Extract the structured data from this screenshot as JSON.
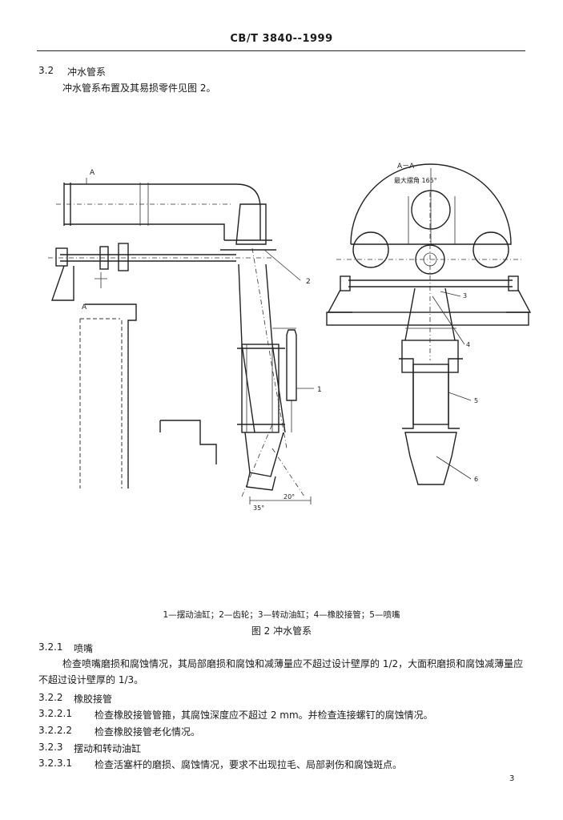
{
  "header": {
    "standard_code": "CB/T  3840--1999"
  },
  "sections": {
    "s32_num": "3.2",
    "s32_title": "冲水管系",
    "s32_intro": "冲水管系布置及其易损零件见图 2。",
    "s321_num": "3.2.1",
    "s321_title": "喷嘴",
    "s321_body": "检查喷嘴磨损和腐蚀情况，其局部磨损和腐蚀和减薄量应不超过设计壁厚的 1/2，大面积磨损和腐蚀减薄量应不超过设计壁厚的 1/3。",
    "s322_num": "3.2.2",
    "s322_title": "橡胶接管",
    "s3221_num": "3.2.2.1",
    "s3221_body": "检查橡胶接管管箍，其腐蚀深度应不超过 2 mm。并检查连接螺钉的腐蚀情况。",
    "s3222_num": "3.2.2.2",
    "s3222_body": "检查橡胶接管老化情况。",
    "s323_num": "3.2.3",
    "s323_title": "摆动和转动油缸",
    "s3231_num": "3.2.3.1",
    "s3231_body": "检查活塞杆的磨损、腐蚀情况，要求不出现拉毛、局部剥伤和腐蚀斑点。"
  },
  "figure": {
    "legend": "1—摆动油缸；2—齿轮；3—转动油缸；4—橡胶接管；5—喷嘴",
    "caption": "图 2   冲水管系",
    "labels": {
      "section_a": "A",
      "section_a2": "A",
      "section_view": "A－A",
      "swing_angle": "最大摆角 165°",
      "dim_35": "35°",
      "dim_20": "20°",
      "n1": "1",
      "n2": "2",
      "n3": "3",
      "n4": "4",
      "n5": "5",
      "n6": "6"
    }
  },
  "footer": {
    "page_number": "3"
  }
}
